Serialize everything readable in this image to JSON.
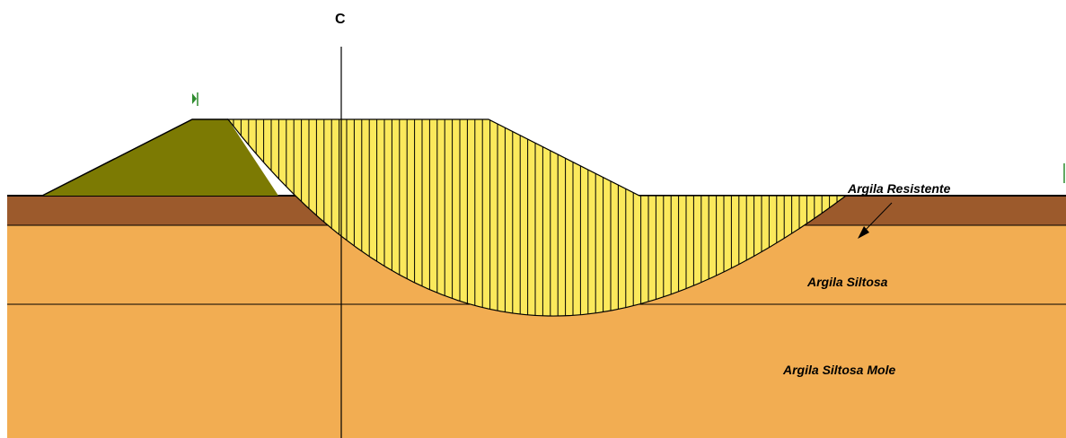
{
  "diagram": {
    "center_label": "C",
    "layers": [
      {
        "id": "argila-resistente",
        "label": "Argila Resistente",
        "color": "#9c5a2c"
      },
      {
        "id": "argila-siltosa",
        "label": "Argila Siltosa",
        "color": "#f2ad52"
      },
      {
        "id": "argila-siltosa-mole",
        "label": "Argila Siltosa Mole",
        "color": "#f2ad52"
      }
    ],
    "colors": {
      "embankment": "#7c7a03",
      "slide_mass": "#fbe95c",
      "slice_lines": "#000000",
      "marker": "#2e8b2e"
    }
  }
}
